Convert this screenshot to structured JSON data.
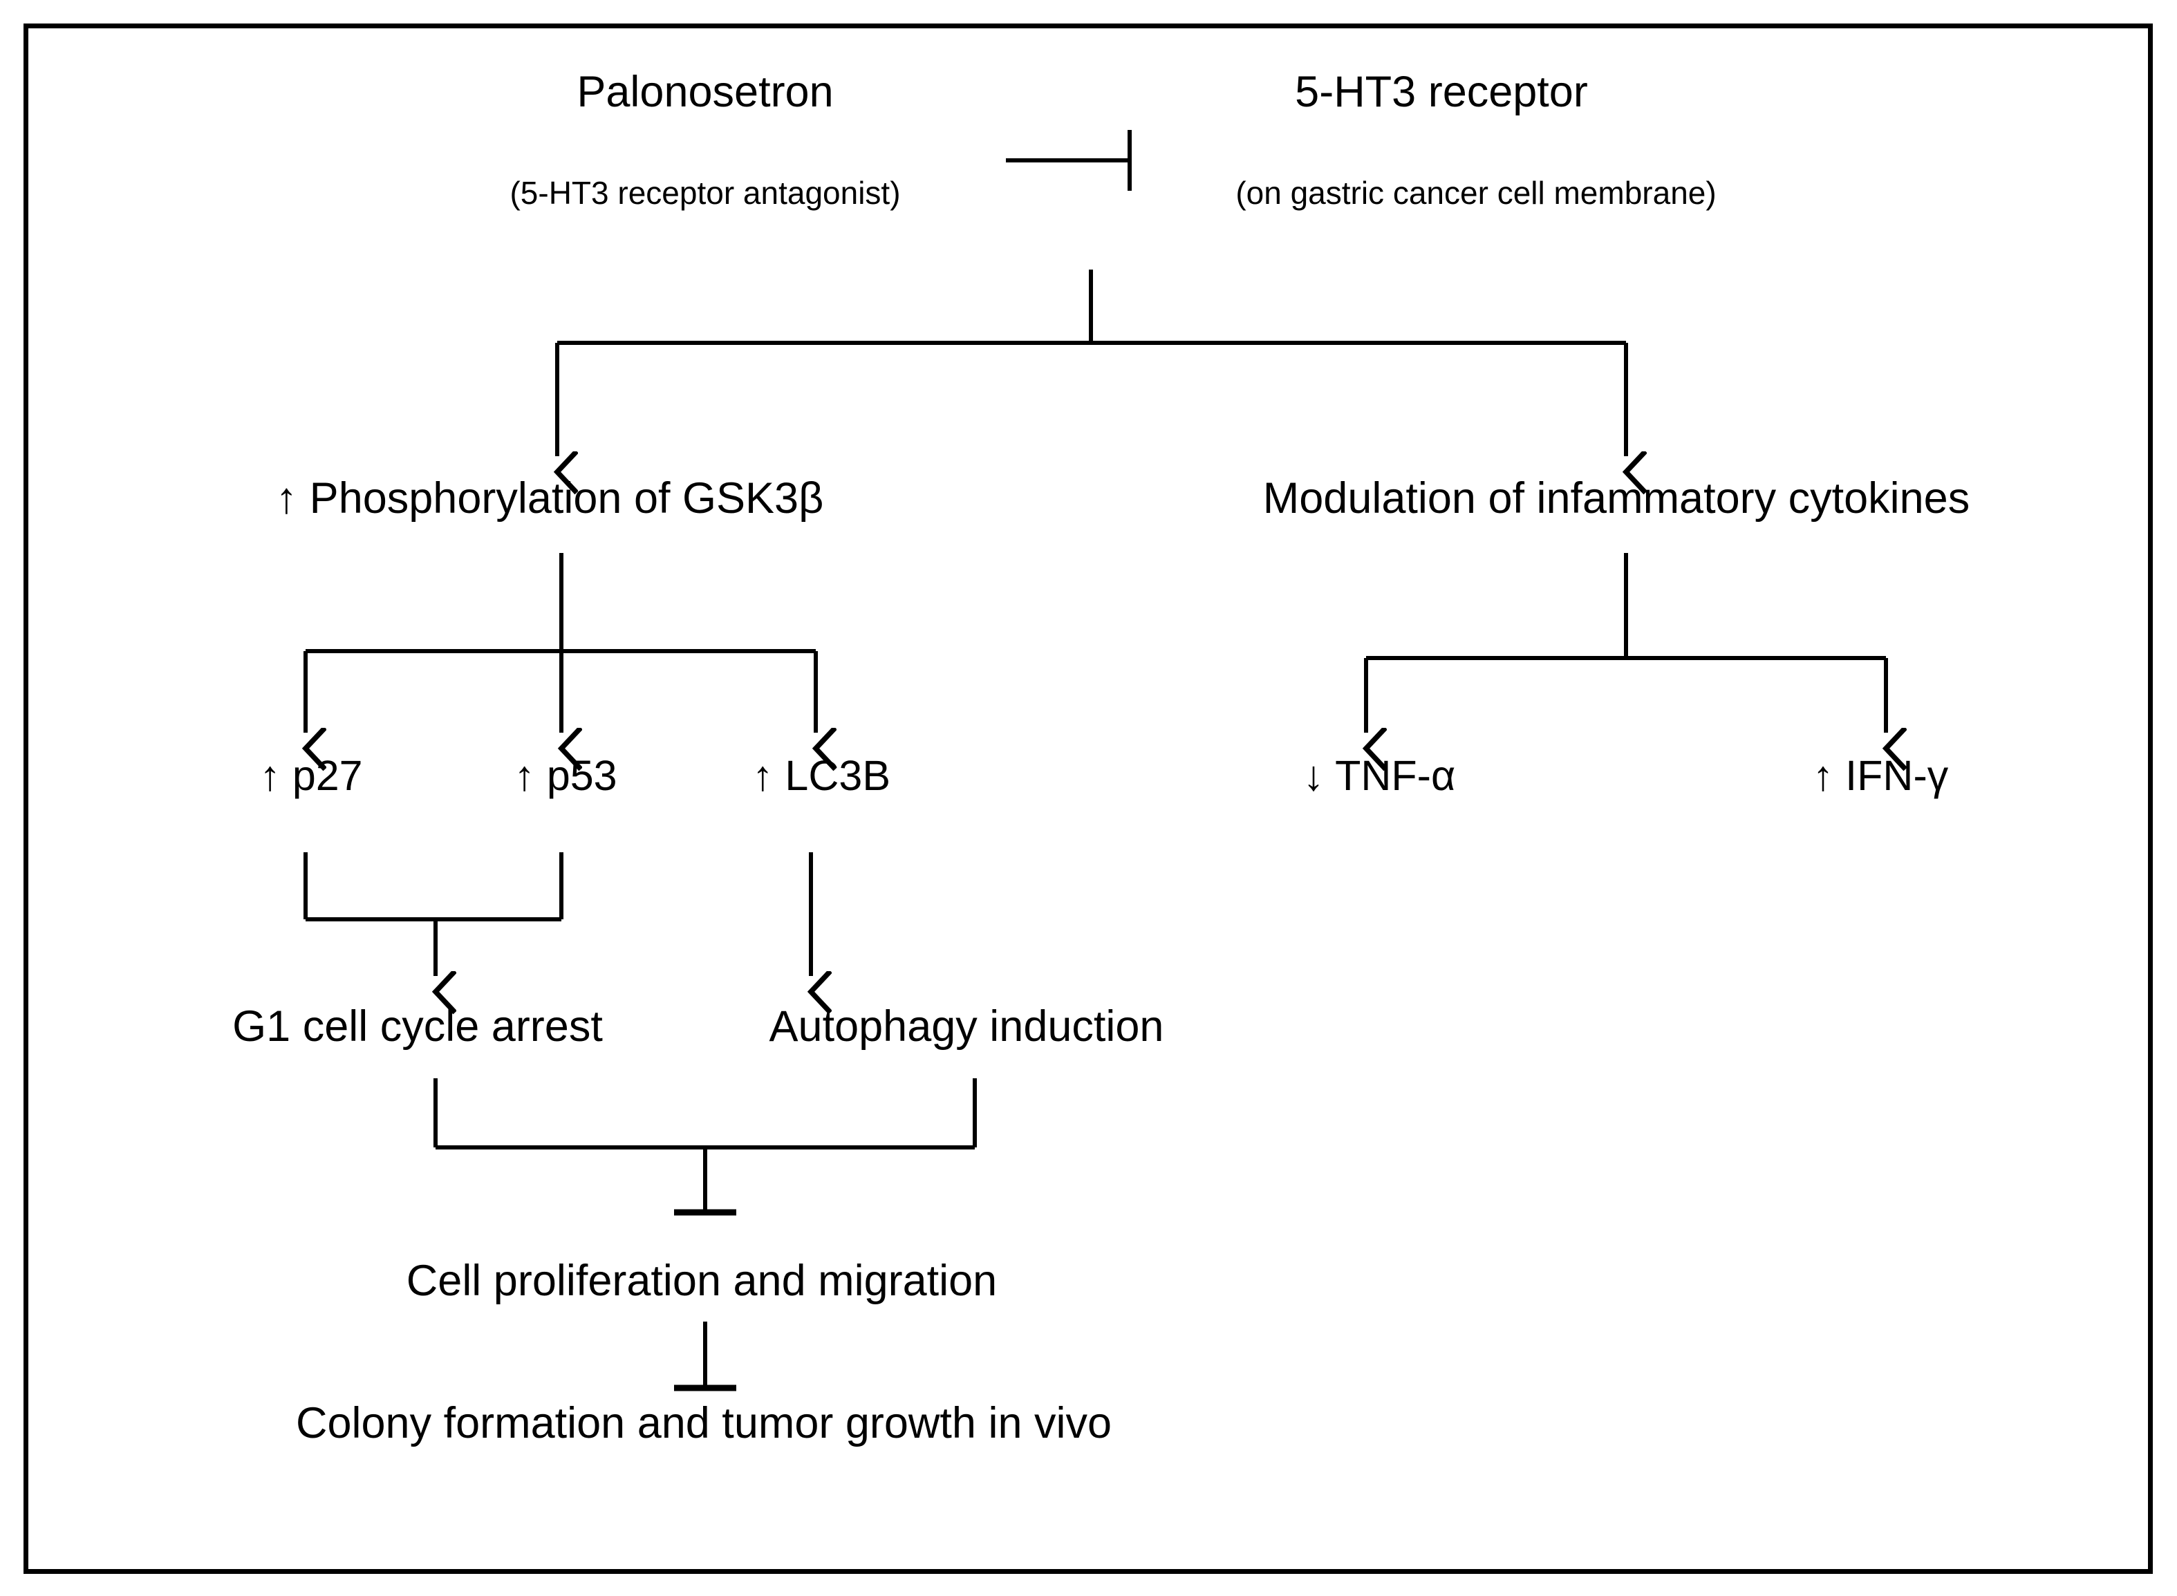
{
  "figure": {
    "title": "Palonosetron signaling pathway in gastric cancer",
    "border_color": "#000000",
    "background_color": "#ffffff",
    "line_color": "#000000"
  },
  "nodes": {
    "palonosetron": {
      "label": "Palonosetron",
      "sublabel": "(5-HT3 receptor antagonist)"
    },
    "receptor": {
      "label": "5-HT3 receptor",
      "sublabel": "(on gastric cancer cell membrane)"
    },
    "gsk3b": {
      "label": "↑ Phosphorylation of GSK3β"
    },
    "cytokines": {
      "label": "Modulation of infammatory cytokines"
    },
    "p27": {
      "label": "↑ p27"
    },
    "p53": {
      "label": "↑ p53"
    },
    "lc3b": {
      "label": "↑ LC3B"
    },
    "tnfa": {
      "label": "↓ TNF-α"
    },
    "ifng": {
      "label": "↑ IFN-γ"
    },
    "g1_arrest": {
      "label": "G1 cell cycle arrest"
    },
    "autophagy": {
      "label": "Autophagy induction"
    },
    "proliferation": {
      "label": "Cell proliferation and migration"
    },
    "colony": {
      "label": "Colony formation and tumor growth in vivo"
    }
  },
  "edges": [
    {
      "id": "palonosetron-inhibits-receptor",
      "from": "palonosetron",
      "to": "receptor",
      "type": "inhibition"
    },
    {
      "id": "receptor-to-split",
      "from": "receptor",
      "to": "branch-split",
      "type": "line"
    },
    {
      "id": "split-to-gsk3b",
      "from": "branch-split",
      "to": "gsk3b",
      "type": "activation"
    },
    {
      "id": "split-to-cytokines",
      "from": "branch-split",
      "to": "cytokines",
      "type": "activation"
    },
    {
      "id": "gsk3b-to-p27",
      "from": "gsk3b",
      "to": "p27",
      "type": "activation"
    },
    {
      "id": "gsk3b-to-p53",
      "from": "gsk3b",
      "to": "p53",
      "type": "activation"
    },
    {
      "id": "gsk3b-to-lc3b",
      "from": "gsk3b",
      "to": "lc3b",
      "type": "activation"
    },
    {
      "id": "cytokines-to-tnfa",
      "from": "cytokines",
      "to": "tnfa",
      "type": "activation"
    },
    {
      "id": "cytokines-to-ifng",
      "from": "cytokines",
      "to": "ifng",
      "type": "activation"
    },
    {
      "id": "p27-p53-to-g1",
      "from": "p27,p53",
      "to": "g1_arrest",
      "type": "activation"
    },
    {
      "id": "lc3b-to-autophagy",
      "from": "lc3b",
      "to": "autophagy",
      "type": "activation"
    },
    {
      "id": "g1-autophagy-inhibit-proliferation",
      "from": "g1_arrest,autophagy",
      "to": "proliferation",
      "type": "inhibition"
    },
    {
      "id": "proliferation-inhibits-colony",
      "from": "proliferation",
      "to": "colony",
      "type": "inhibition"
    }
  ],
  "icons": {
    "up_arrow": "↑",
    "down_arrow": "↓",
    "arrowhead": "arrowhead-icon",
    "tbar": "inhibition-tbar-icon"
  }
}
